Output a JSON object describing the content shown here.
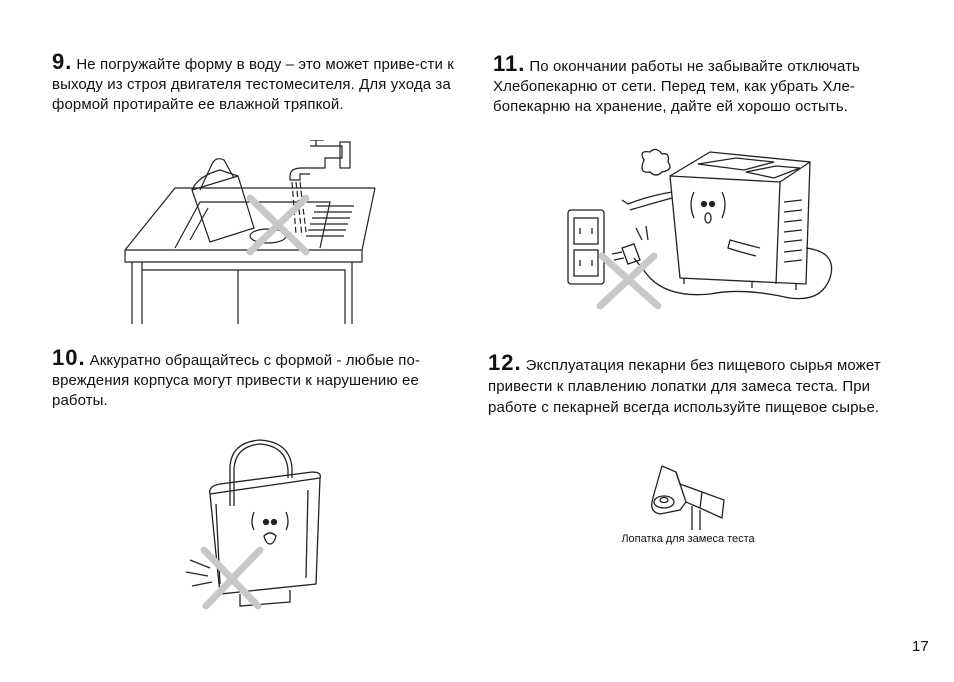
{
  "sections": [
    {
      "number": "9.",
      "text": "Не погружайте форму в воду – это может приве-сти к выходу из строя двигателя тестомесителя. Для ухода за формой протирайте ее влажной тряпкой."
    },
    {
      "number": "10.",
      "text": "Аккуратно обращайтесь с формой - любые по-вреждения корпуса могут привести к нарушению ее работы."
    },
    {
      "number": "11.",
      "text": "По окончании работы не забывайте отключать Хлебопекарню от сети. Перед тем, как убрать Хле-бопекарню на хранение, дайте ей хорошо остыть."
    },
    {
      "number": "12.",
      "text": "Эксплуатация пекарни без пищевого сырья может привести к плавлению лопатки для замеса теста. При работе с пекарней всегда используйте пищевое сырье."
    }
  ],
  "illustrations": {
    "sink_icon": "sink-with-pan-under-tap-icon",
    "pan_icon": "dented-bread-pan-icon",
    "unplug_icon": "breadmaker-unplug-icon",
    "paddle_icon": "kneading-paddle-icon",
    "prohibit_color": "#c8c8c8"
  },
  "paddle_caption": "Лопатка для замеса теста",
  "page_number": "17"
}
